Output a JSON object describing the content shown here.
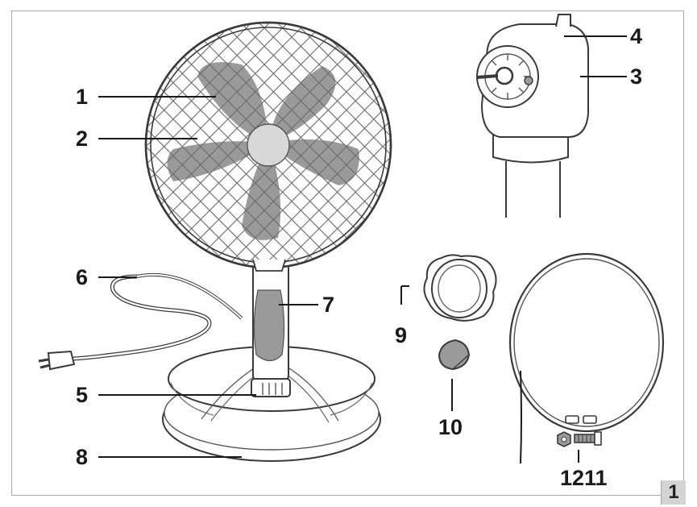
{
  "figure_number": "1",
  "callouts": {
    "c1": "1",
    "c2": "2",
    "c3": "3",
    "c4": "4",
    "c5": "5",
    "c6": "6",
    "c7": "7",
    "c8": "8",
    "c9": "9",
    "c10": "10",
    "c1211": "1211"
  },
  "colors": {
    "blade": "#9a9a9a",
    "outline": "#3a3a3a",
    "frame": "#a9a9a9",
    "badge": "#d4d4d4"
  }
}
